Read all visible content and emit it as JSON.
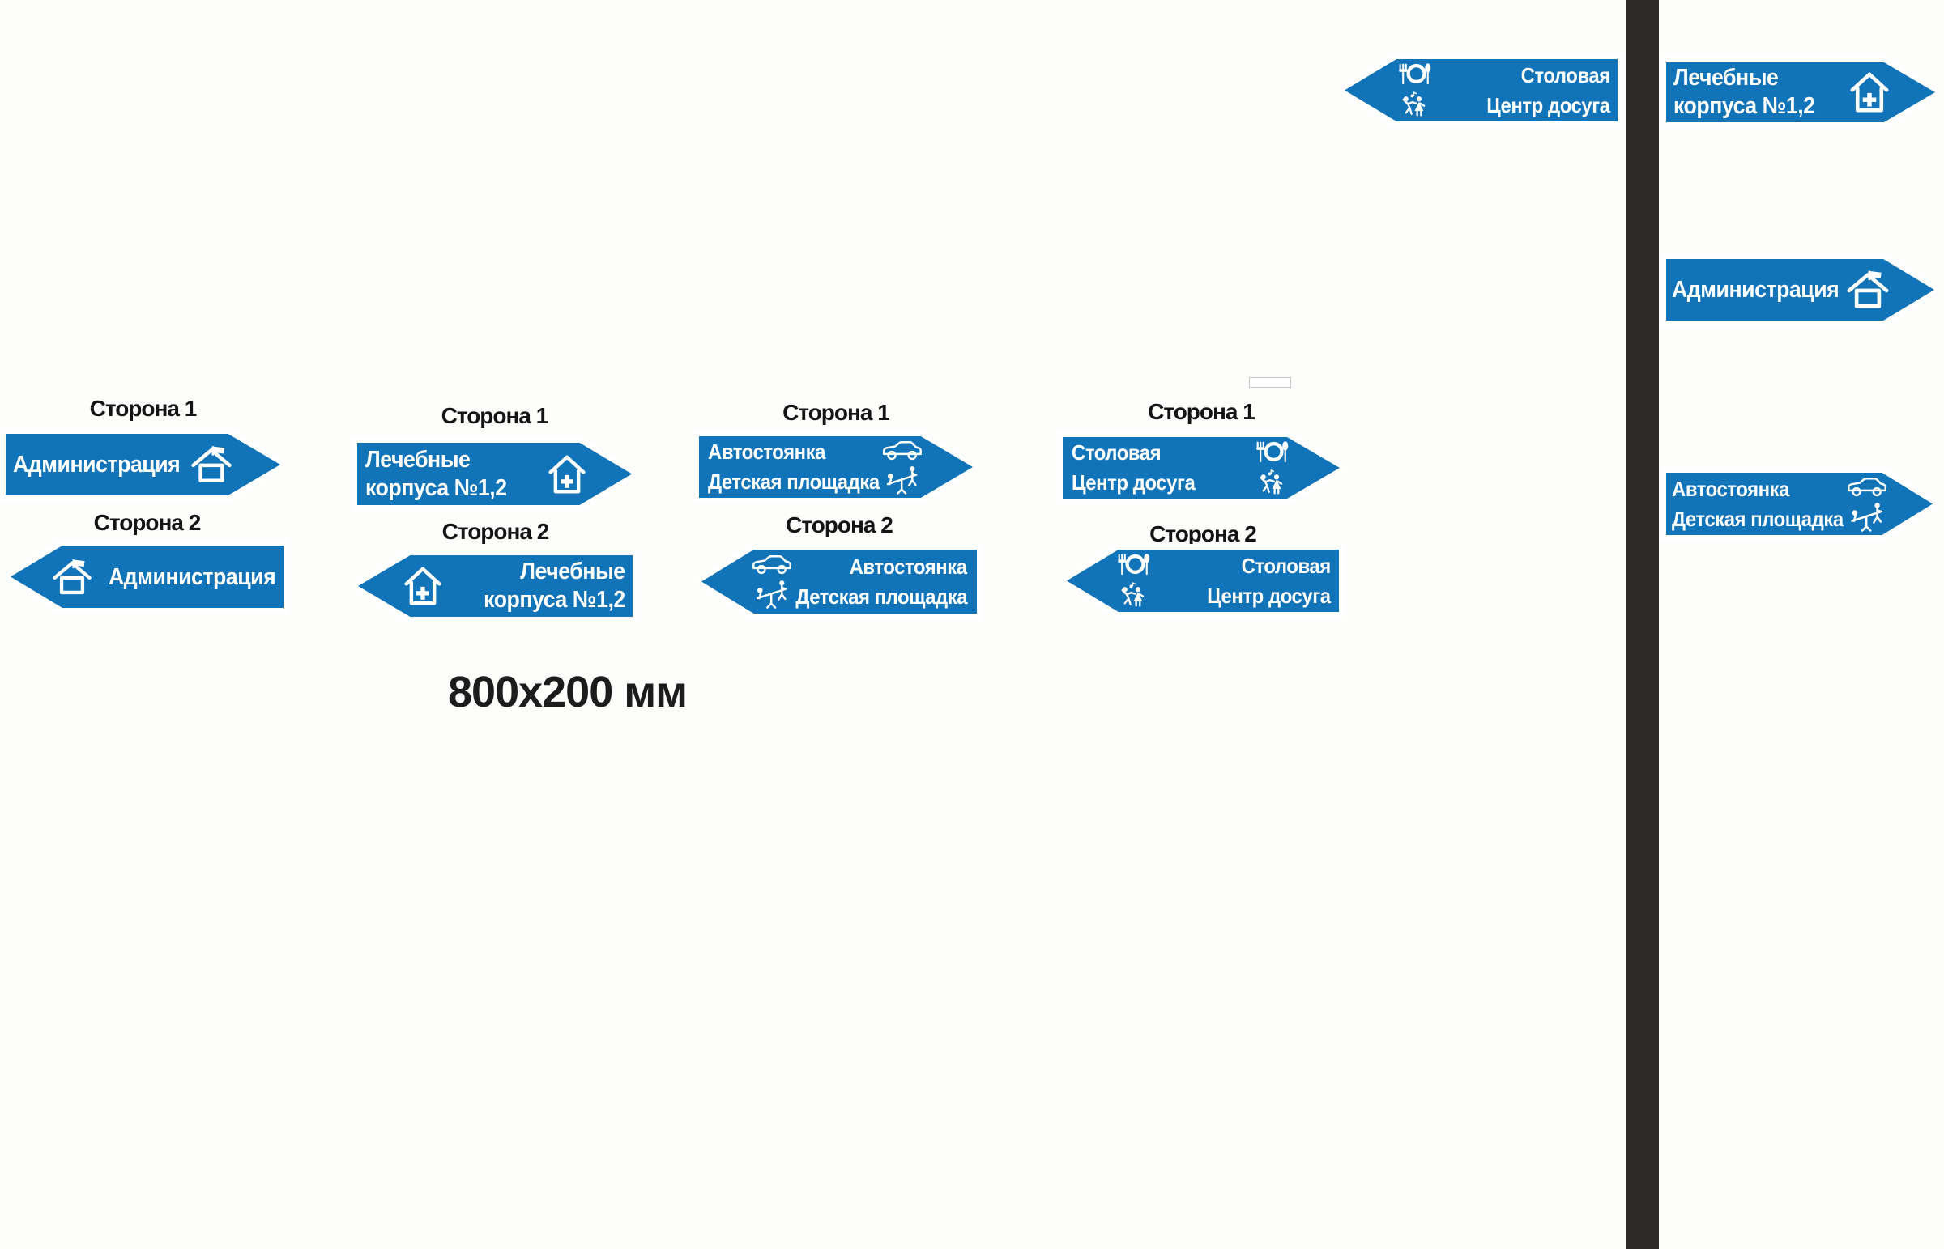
{
  "dimension_label": "800x200 мм",
  "colors": {
    "sign_blue": "#1173b8",
    "plate_white": "#ffffff",
    "plate_edge_gray": "#b0b0b0",
    "pole_dark": "#2b2a28",
    "label_text": "#141414",
    "sign_text": "#ffffff"
  },
  "pole_signs": {
    "top_left": {
      "direction": "left",
      "line1": "Столовая",
      "line2": "Центр досуга",
      "icons": [
        "dining-icon",
        "dancing-couple-icon"
      ]
    },
    "medical": {
      "direction": "right",
      "line1": "Лечебные",
      "line2": "корпуса №1,2",
      "icons": [
        "medical-house-icon"
      ]
    },
    "administration": {
      "direction": "right",
      "line1": "Администрация",
      "icons": [
        "house-flag-icon"
      ]
    },
    "parking": {
      "direction": "right",
      "line1": "Автостоянка",
      "line2": "Детская площадка",
      "icons": [
        "car-icon",
        "seesaw-icon"
      ]
    }
  },
  "pairs": [
    {
      "side1_label": "Сторона 1",
      "side2_label": "Сторона 2",
      "line1": "Администрация",
      "icons": [
        "house-flag-icon"
      ]
    },
    {
      "side1_label": "Сторона 1",
      "side2_label": "Сторона 2",
      "line1": "Лечебные",
      "line2": "корпуса №1,2",
      "icons": [
        "medical-house-icon"
      ]
    },
    {
      "side1_label": "Сторона 1",
      "side2_label": "Сторона 2",
      "line1": "Автостоянка",
      "line2": "Детская площадка",
      "icons": [
        "car-icon",
        "seesaw-icon"
      ]
    },
    {
      "side1_label": "Сторона 1",
      "side2_label": "Сторона 2",
      "line1": "Столовая",
      "line2": "Центр досуга",
      "icons": [
        "dining-icon",
        "dancing-couple-icon"
      ]
    }
  ]
}
